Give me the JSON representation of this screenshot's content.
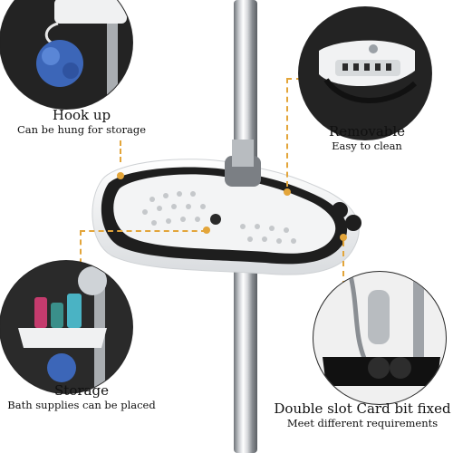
{
  "callouts": {
    "hook": {
      "title": "Hook up",
      "subtitle": "Can be hung for storage"
    },
    "removable": {
      "title": "Removable",
      "subtitle": "Easy to clean"
    },
    "storage": {
      "title": "Storage",
      "subtitle": "Bath supplies can be placed"
    },
    "slot": {
      "title": "Double slot Card bit fixed",
      "subtitle": "Meet different requirements"
    }
  },
  "colors": {
    "leader": "#e3a53a",
    "tray_white": "#f4f5f6",
    "tray_black": "#1e1e1e",
    "chrome": "#c9ccd0"
  },
  "icons": {
    "hook": "hook-icon",
    "removable": "removable-icon",
    "storage": "storage-icon",
    "slot": "slot-icon"
  }
}
